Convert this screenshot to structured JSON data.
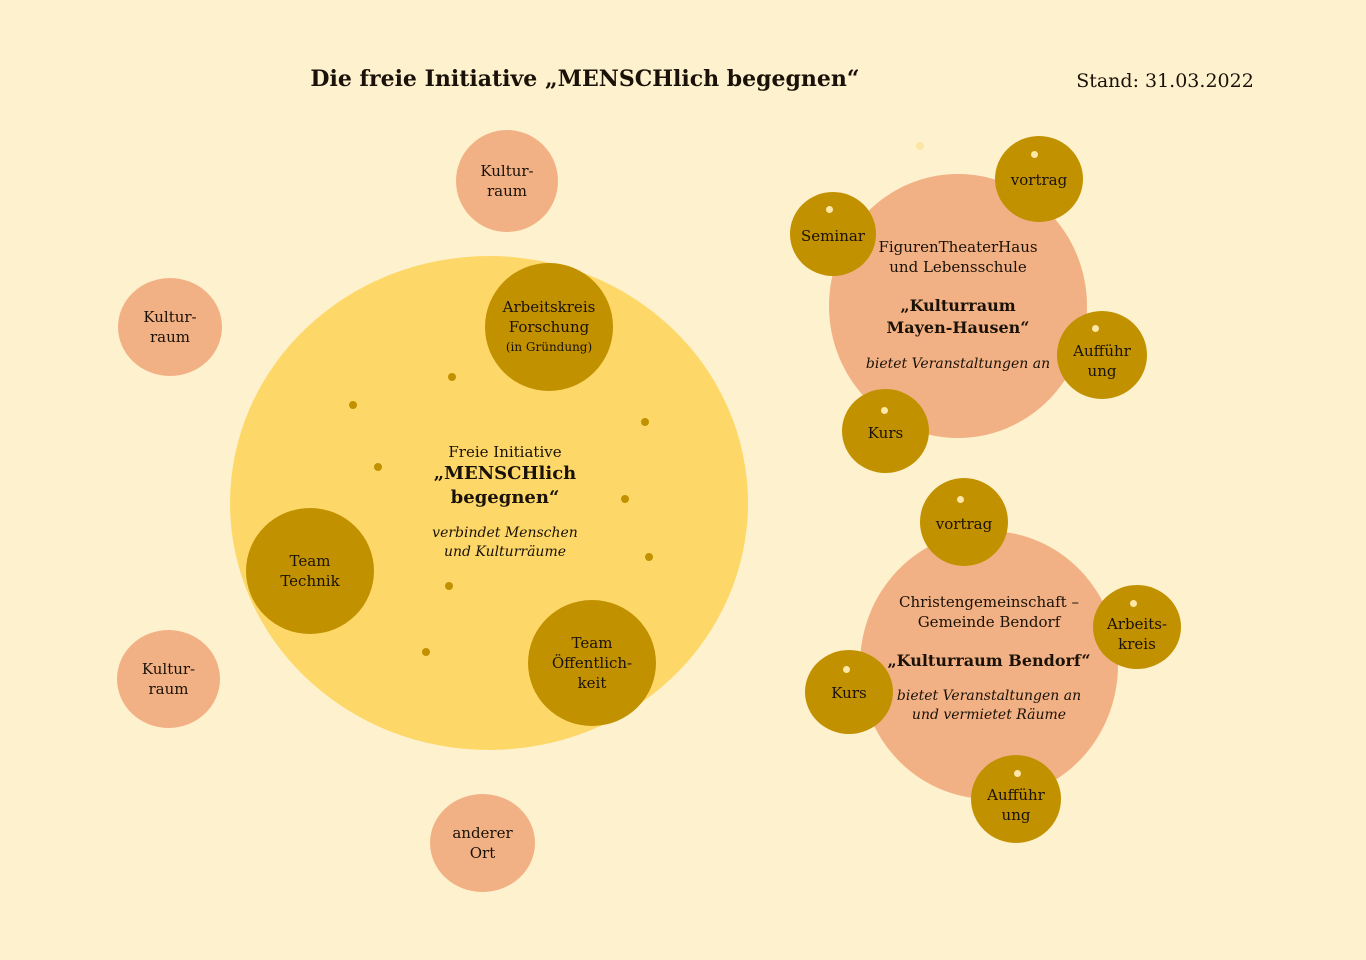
{
  "header": {
    "title": "Die freie Initiative „MENSCHlich begegnen“",
    "date": "Stand: 31.03.2022"
  },
  "main_circle": {
    "line1": "Freie Initiative",
    "bold": "„MENSCHlich begegnen“",
    "italic": "verbindet Menschen und Kulturräume"
  },
  "teams": {
    "research": {
      "line1": "Arbeitskreis",
      "line2": "Forschung",
      "note": "(in Gründung)"
    },
    "technik": {
      "line1": "Team",
      "line2": "Technik"
    },
    "oeffentlichkeit": {
      "line1": "Team",
      "line2": "Öffentlich-",
      "line3": "keit"
    }
  },
  "outer": {
    "kulturraum_top": {
      "line1": "Kultur-",
      "line2": "raum"
    },
    "kulturraum_left": {
      "line1": "Kultur-",
      "line2": "raum"
    },
    "kulturraum_bottom_left": {
      "line1": "Kultur-",
      "line2": "raum"
    },
    "anderer_ort": {
      "line1": "anderer",
      "line2": "Ort"
    }
  },
  "mayen": {
    "line1": "FigurenTheaterHaus",
    "line2": "und Lebensschule",
    "bold1": "„Kulturraum",
    "bold2": "Mayen-Hausen“",
    "italic": "bietet Veranstaltungen an",
    "satellites": {
      "seminar": "Seminar",
      "vortrag": "vortrag",
      "auffuehrung1": "Aufführ",
      "auffuehrung2": "ung",
      "kurs": "Kurs"
    }
  },
  "bendorf": {
    "line1": "Christengemeinschaft –",
    "line2": "Gemeinde Bendorf",
    "bold": "„Kulturraum Bendorf“",
    "italic1": "bietet Veranstaltungen an",
    "italic2": "und vermietet Räume",
    "satellites": {
      "vortrag": "vortrag",
      "arbeitskreis1": "Arbeits-",
      "arbeitskreis2": "kreis",
      "kurs": "Kurs",
      "auffuehrung1": "Aufführ",
      "auffuehrung2": "ung"
    }
  },
  "colors": {
    "background": "#FEF1CE",
    "main_circle": "#FDD869",
    "peach": "#F2B184",
    "gold": "#C29100"
  }
}
